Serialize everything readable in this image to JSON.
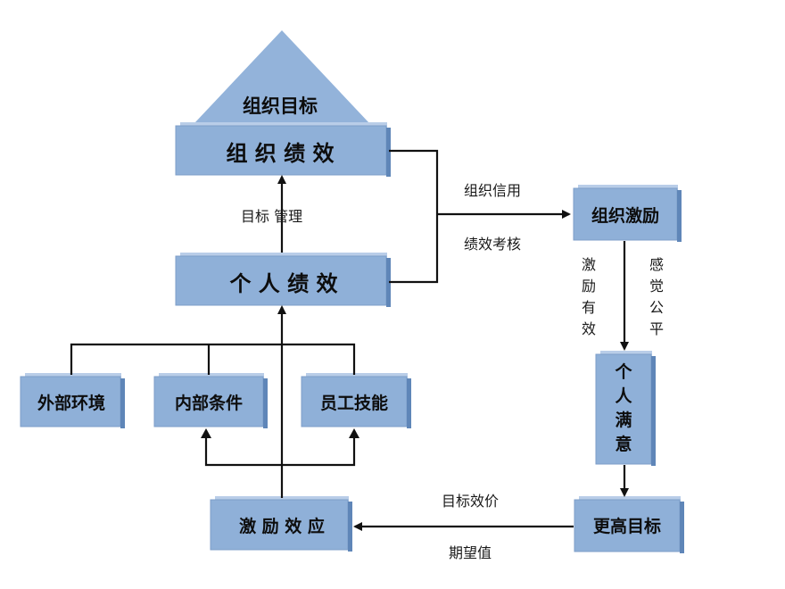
{
  "nodes": {
    "goal": "组织目标",
    "org_perf": "组 织 绩 效",
    "ind_perf": "个 人 绩 效",
    "env": "外部环境",
    "cond": "内部条件",
    "skill": "员工技能",
    "effect": "激 励 效 应",
    "org_incentive": "组织激励",
    "satisfaction": [
      "个",
      "人",
      "满",
      "意"
    ],
    "higher_goal": "更高目标"
  },
  "edges": {
    "goal_mgmt": "目标 管理",
    "org_credit": "组织信用",
    "perf_review": "绩效考核",
    "incentive_effective": [
      "激",
      "励",
      "有",
      "效"
    ],
    "feel_fair": [
      "感",
      "觉",
      "公",
      "平"
    ],
    "goal_valence": "目标效价",
    "expectancy": "期望值"
  },
  "colors": {
    "box_fill": "#8fb0d8",
    "box_side": "#5f86b8",
    "triangle": "#93b3da",
    "line": "#111111"
  }
}
